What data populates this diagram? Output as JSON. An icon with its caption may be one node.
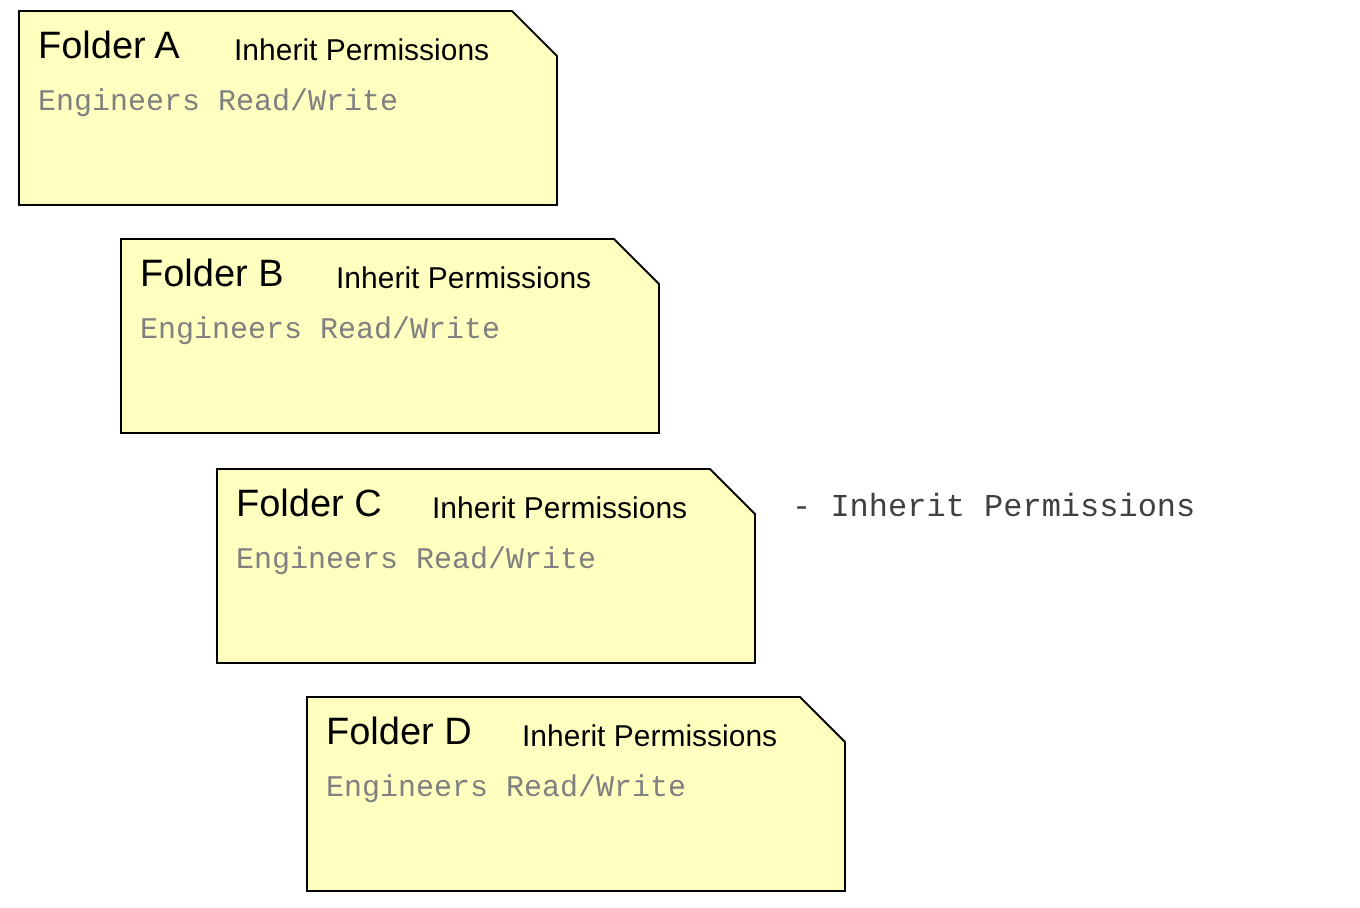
{
  "diagram": {
    "nodes": [
      {
        "text": [
          "Folder A",
          "Inherit Permissions",
          "Engineers Read/Write"
        ]
      },
      {
        "text": [
          "Folder B",
          "Inherit Permissions",
          "Engineers Read/Write"
        ]
      },
      {
        "text": [
          "Folder C",
          "Inherit Permissions",
          "Engineers Read/Write"
        ]
      },
      {
        "text": [
          "Folder D",
          "Inherit Permissions",
          "Engineers Read/Write"
        ]
      }
    ],
    "labels": [
      "- Inherit Permissions"
    ]
  }
}
